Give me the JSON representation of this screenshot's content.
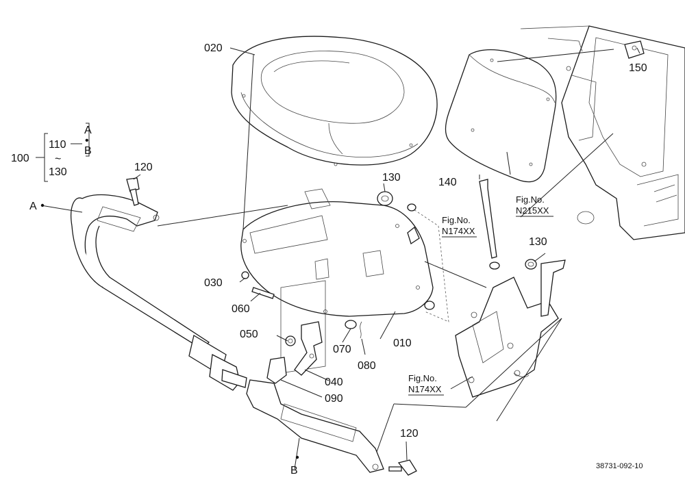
{
  "labels": {
    "p020": "020",
    "p010": "010",
    "p030": "030",
    "p040": "040",
    "p050": "050",
    "p060": "060",
    "p070": "070",
    "p080": "080",
    "p090": "090",
    "p100": "100",
    "p110": "110",
    "p120_top": "120",
    "p120_bottom": "120",
    "p130_top": "130",
    "p130_right": "130",
    "p130_range": "130",
    "p140": "140",
    "p150": "150",
    "tilde": "~",
    "dot": "•",
    "letter_a_group": "A",
    "letter_b_group": "B",
    "letter_a_belt": "A",
    "letter_b_belt": "B"
  },
  "references": [
    {
      "fig": "Fig.No.",
      "code": "N174XX"
    },
    {
      "fig": "Fig.No.",
      "code": "N215XX"
    },
    {
      "fig": "Fig.No.",
      "code": "N174XX"
    }
  ],
  "drawing_code": "38731-092-10"
}
